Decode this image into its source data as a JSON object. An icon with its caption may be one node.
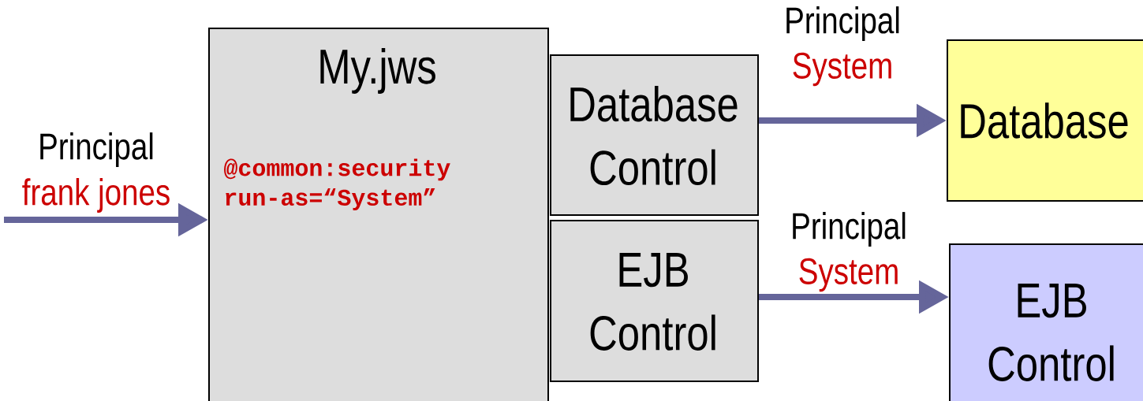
{
  "diagram": {
    "nodes": [
      {
        "text": [
          "My.jws",
          "@common:security run-as=“System”"
        ]
      },
      {
        "text": [
          "Database Control"
        ]
      },
      {
        "text": [
          "EJB Control"
        ]
      },
      {
        "text": [
          "Database"
        ]
      },
      {
        "text": [
          "EJB Control"
        ]
      }
    ],
    "edges": [
      {
        "from": null,
        "to": 0,
        "arrow": "to"
      },
      {
        "from": 1,
        "to": 3,
        "arrow": "to"
      },
      {
        "from": 2,
        "to": 4,
        "arrow": "to"
      }
    ],
    "labels": [
      "Principal",
      "frank jones",
      "Principal",
      "System",
      "Principal",
      "System"
    ]
  }
}
